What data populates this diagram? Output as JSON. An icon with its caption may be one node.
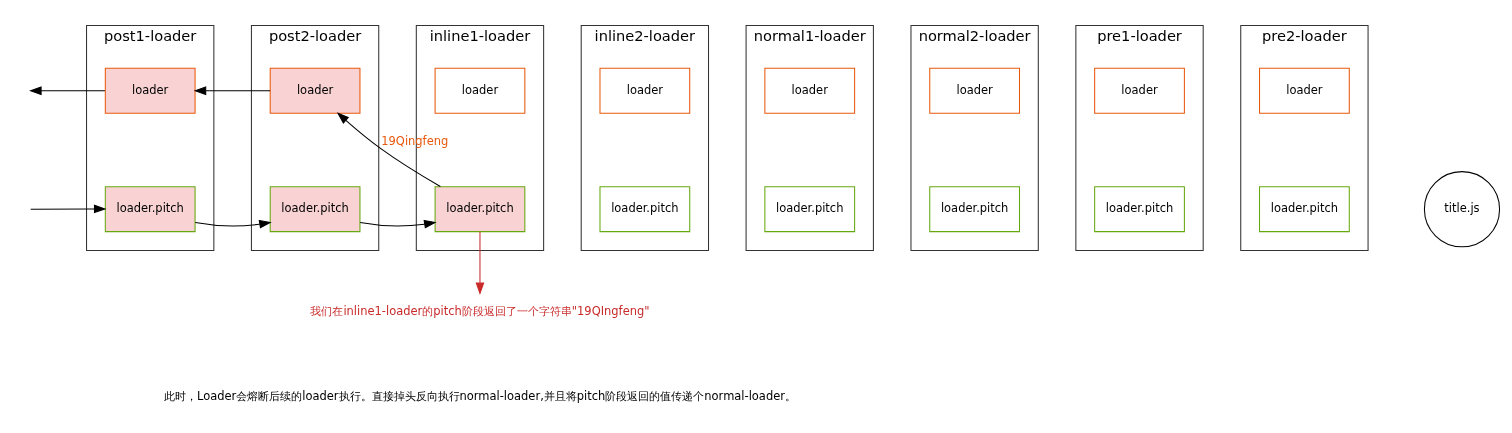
{
  "diagram": {
    "nodes": [
      {
        "text": [
          "post1-loader"
        ]
      },
      {
        "text": [
          "loader"
        ],
        "in": 0
      },
      {
        "text": [
          "loader.pitch"
        ],
        "in": 0
      },
      {
        "text": [
          "post2-loader"
        ]
      },
      {
        "text": [
          "loader"
        ],
        "in": 3
      },
      {
        "text": [
          "loader.pitch"
        ],
        "in": 3
      },
      {
        "text": [
          "inline1-loader"
        ]
      },
      {
        "text": [
          "loader"
        ],
        "in": 6
      },
      {
        "text": [
          "loader.pitch"
        ],
        "in": 6
      },
      {
        "text": [
          "inline2-loader"
        ]
      },
      {
        "text": [
          "loader"
        ],
        "in": 9
      },
      {
        "text": [
          "loader.pitch"
        ],
        "in": 9
      },
      {
        "text": [
          "normal1-loader"
        ]
      },
      {
        "text": [
          "loader"
        ],
        "in": 12
      },
      {
        "text": [
          "loader.pitch"
        ],
        "in": 12
      },
      {
        "text": [
          "normal2-loader"
        ]
      },
      {
        "text": [
          "loader"
        ],
        "in": 15
      },
      {
        "text": [
          "loader.pitch"
        ],
        "in": 15
      },
      {
        "text": [
          "pre1-loader"
        ]
      },
      {
        "text": [
          "loader"
        ],
        "in": 18
      },
      {
        "text": [
          "loader.pitch"
        ],
        "in": 18
      },
      {
        "text": [
          "pre2-loader"
        ]
      },
      {
        "text": [
          "loader"
        ],
        "in": 21
      },
      {
        "text": [
          "loader.pitch"
        ],
        "in": 21
      },
      {
        "text": [
          "title.js"
        ]
      },
      {
        "text": [
          "我们在inline1-loader的pitch阶段返回了一个字符串\"19QIngfeng\""
        ]
      }
    ],
    "edges": [
      {
        "from": 1,
        "to": null,
        "arrow": "to"
      },
      {
        "from": 4,
        "to": 1,
        "arrow": "to"
      },
      {
        "from": 8,
        "to": 4,
        "arrow": "to",
        "label": "19Qingfeng"
      },
      {
        "from": null,
        "to": 2,
        "arrow": "to"
      },
      {
        "from": 2,
        "to": 5,
        "arrow": "to"
      },
      {
        "from": 5,
        "to": 8,
        "arrow": "to"
      },
      {
        "from": 8,
        "to": 25,
        "arrow": "to",
        "color": "#c92a2a"
      }
    ],
    "labels": [
      "此时，Loader会熔断后续的loader执行。直接掉头反向执行normal-loader,并且将pitch阶段返回的值传递个normal-loader。"
    ]
  }
}
